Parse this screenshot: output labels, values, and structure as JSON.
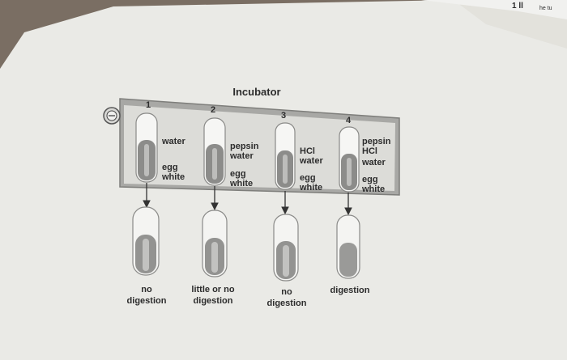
{
  "page_corner_text": [
    "1 ll",
    "he tu"
  ],
  "title": "Incubator",
  "tubes": [
    {
      "number": "1",
      "contents": [
        "water"
      ],
      "egg": [
        "egg",
        "white"
      ],
      "result": [
        "no",
        "digestion"
      ]
    },
    {
      "number": "2",
      "contents": [
        "pepsin",
        "water"
      ],
      "egg": [
        "egg",
        "white"
      ],
      "result": [
        "little or no",
        "digestion"
      ]
    },
    {
      "number": "3",
      "contents": [
        "HCl",
        "water"
      ],
      "egg": [
        "egg",
        "white"
      ],
      "result": [
        "no",
        "digestion"
      ]
    },
    {
      "number": "4",
      "contents": [
        "pepsin",
        "HCl",
        "water"
      ],
      "egg": [
        "egg",
        "white"
      ],
      "result": [
        "digestion"
      ]
    }
  ],
  "colors": {
    "background": "#7a6e63",
    "paper": "#ebebe8",
    "incubator_box": "#a9a9a6",
    "incubator_window": "#dcdcd8",
    "liquid": "#8c8c8a",
    "text": "#2c2c2c"
  }
}
